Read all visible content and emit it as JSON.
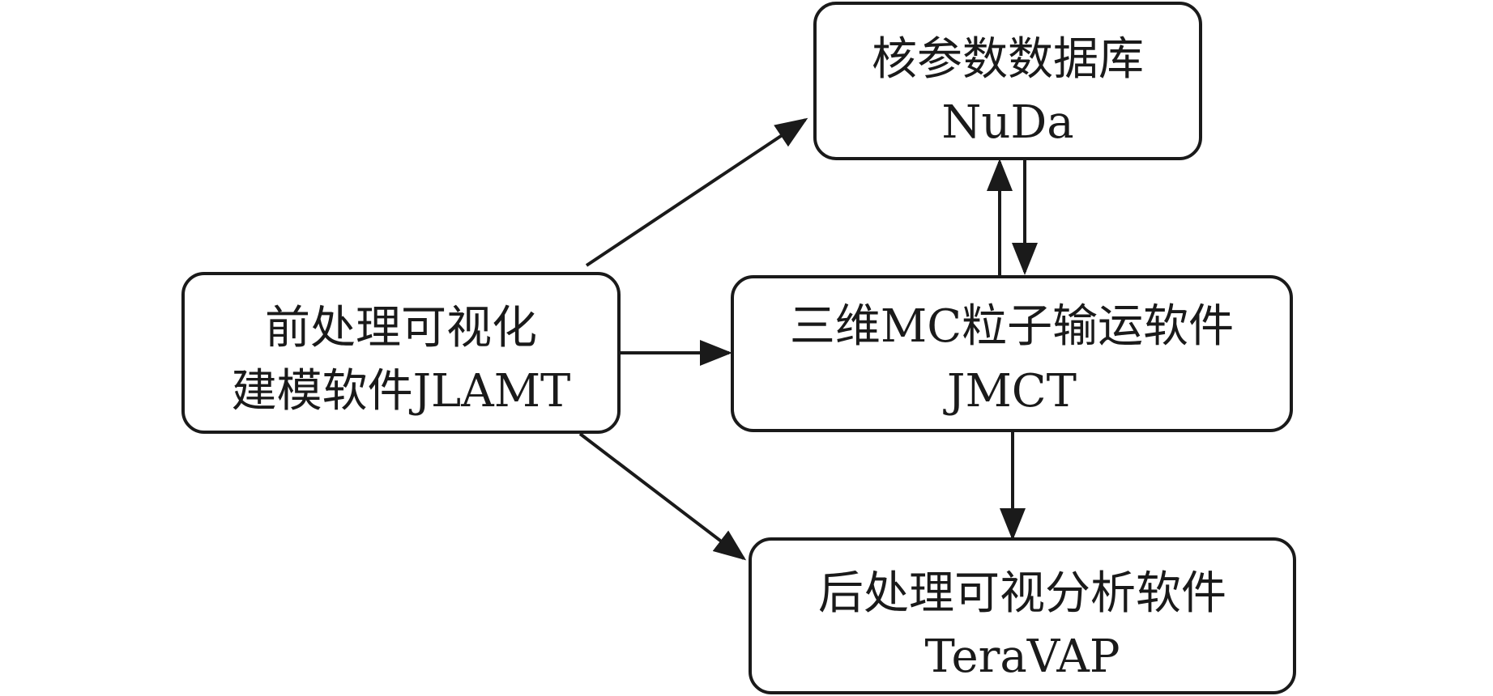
{
  "diagram": {
    "nodes": {
      "nuda": {
        "line1": "核参数数据库",
        "line2": "NuDa"
      },
      "jlamt": {
        "line1": "前处理可视化",
        "line2": "建模软件JLAMT"
      },
      "jmct": {
        "line1": "三维MC粒子输运软件",
        "line2": "JMCT"
      },
      "teravap": {
        "line1": "后处理可视分析软件",
        "line2": "TeraVAP"
      }
    },
    "edges": [
      {
        "from": "jlamt",
        "to": "nuda"
      },
      {
        "from": "jlamt",
        "to": "jmct"
      },
      {
        "from": "jlamt",
        "to": "teravap"
      },
      {
        "from": "jmct",
        "to": "nuda"
      },
      {
        "from": "nuda",
        "to": "jmct"
      },
      {
        "from": "jmct",
        "to": "teravap"
      }
    ],
    "colors": {
      "stroke": "#1a1a1a",
      "background": "#ffffff"
    }
  }
}
